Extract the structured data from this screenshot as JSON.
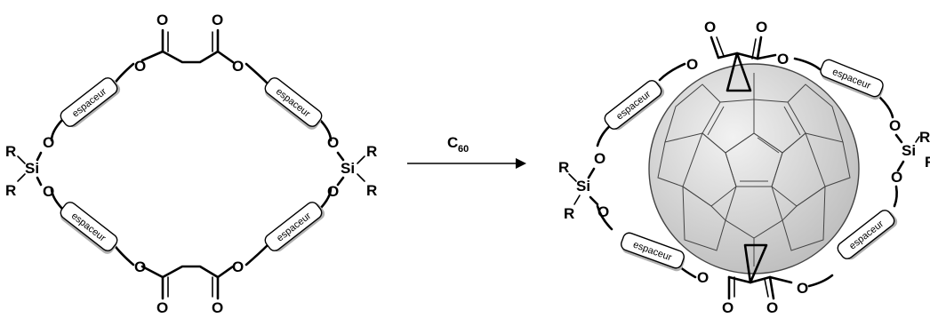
{
  "reagent": {
    "label": "C",
    "subscript": "60"
  },
  "spacer_label": "espaceur",
  "atoms": {
    "oxygen": "O",
    "silicon": "Si",
    "substituent": "R"
  },
  "colors": {
    "ink": "#000000",
    "spacer_shadow": "#b0b0b0",
    "fullerene_fill": "#d6d6d6",
    "fullerene_edge": "#444444"
  }
}
